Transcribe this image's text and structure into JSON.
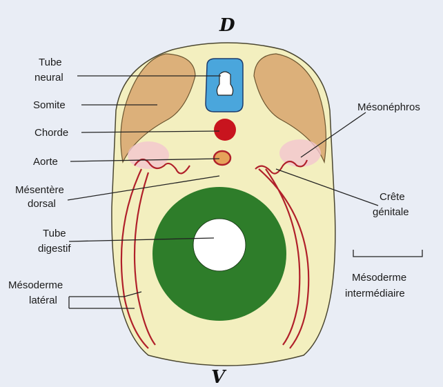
{
  "title_dorsal": "D",
  "title_ventral": "V",
  "labels": {
    "tube_neural": [
      "Tube",
      "neural"
    ],
    "somite": "Somite",
    "chorde": "Chorde",
    "aorte": "Aorte",
    "mesentere_dorsal": [
      "Mésentère",
      "dorsal"
    ],
    "tube_digestif": [
      "Tube",
      "digestif"
    ],
    "mesoderme_lateral": [
      "Mésoderme",
      "latéral"
    ],
    "mesonephros": "Mésonéphros",
    "crete_genitale": [
      "Crête",
      "génitale"
    ],
    "mesoderme_intermediaire": [
      "Mésoderme",
      "intermédiaire"
    ]
  },
  "colors": {
    "body": "#f3efbf",
    "somite": "#dcb07a",
    "neural_tube": "#4aa6dc",
    "notochord": "#c8141e",
    "gut": "#2e7d2a",
    "mesoderm_line": "#b0202a"
  }
}
